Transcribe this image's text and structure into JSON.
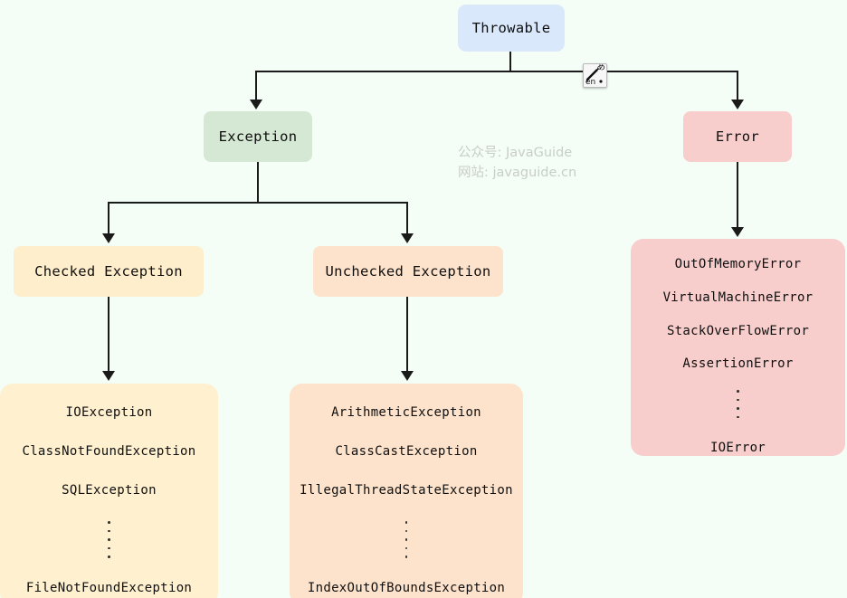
{
  "diagram": {
    "background_color": "#f4fdf6",
    "nodes": {
      "throwable": {
        "label": "Throwable",
        "color": "#dae8fc"
      },
      "exception": {
        "label": "Exception",
        "color": "#d5e8d4"
      },
      "error": {
        "label": "Error",
        "color": "#f8cecc"
      },
      "checked": {
        "label": "Checked Exception",
        "color": "#ffeecc"
      },
      "unchecked": {
        "label": "Unchecked Exception",
        "color": "#fde3cc"
      }
    },
    "leaf_groups": {
      "checked_list": {
        "color": "#fff0cf",
        "items": [
          "IOException",
          "ClassNotFoundException",
          "SQLException"
        ],
        "ellipsis": true,
        "last": "FileNotFoundException"
      },
      "unchecked_list": {
        "color": "#fde3cc",
        "items": [
          "ArithmeticException",
          "ClassCastException",
          "IllegalThreadStateException"
        ],
        "ellipsis": true,
        "last": "IndexOutOfBoundsException"
      },
      "error_list": {
        "color": "#f8cecc",
        "items": [
          "OutOfMemoryError",
          "VirtualMachineError",
          "StackOverFlowError",
          "AssertionError"
        ],
        "ellipsis": true,
        "last": "IOError"
      }
    }
  },
  "watermark": {
    "line1": "公众号: JavaGuide",
    "line2": "网站: javaguide.cn",
    "color": "#c9cdc9"
  },
  "ime_indicator": {
    "language_label": "en",
    "cjk_label": "あ"
  }
}
